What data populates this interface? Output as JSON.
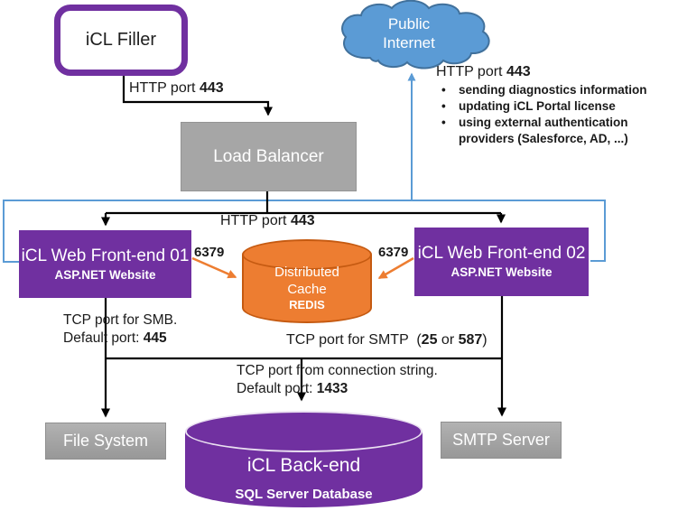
{
  "diagram": {
    "nodes": {
      "icl_filler": {
        "label": "iCL Filler"
      },
      "public_internet": {
        "line1": "Public",
        "line2": "Internet"
      },
      "load_balancer": {
        "label": "Load Balancer"
      },
      "web_frontend_01": {
        "title": "iCL Web Front-end 01",
        "subtitle": "ASP.NET Website"
      },
      "web_frontend_02": {
        "title": "iCL Web Front-end 02",
        "subtitle": "ASP.NET Website"
      },
      "distributed_cache": {
        "line1": "Distributed",
        "line2": "Cache",
        "line3": "REDIS"
      },
      "file_system": {
        "label": "File System"
      },
      "smtp_server": {
        "label": "SMTP Server"
      },
      "backend": {
        "title": "iCL Back-end",
        "subtitle": "SQL Server Database"
      }
    },
    "labels": {
      "filler_http": {
        "prefix": "HTTP port ",
        "port": "443"
      },
      "lb_http": {
        "prefix": "HTTP port ",
        "port": "443"
      },
      "cloud_http": {
        "prefix": "HTTP port ",
        "port": "443"
      },
      "cloud_bullets": [
        "sending diagnostics information",
        "updating iCL Portal license",
        "using external authentication providers (Salesforce, AD, ...)"
      ],
      "redis_port_left": "6379",
      "redis_port_right": "6379",
      "smb": {
        "line1": "TCP port for SMB.",
        "line2_prefix": "Default port: ",
        "line2_port": "445"
      },
      "smtp": {
        "p1": "TCP port for SMTP  (",
        "b1": "25",
        "p2": " or ",
        "b2": "587",
        "p3": ")"
      },
      "conn": {
        "line1": "TCP port from connection string.",
        "line2_prefix": "Default port: ",
        "line2_port": "1433"
      }
    },
    "colors": {
      "purple": "#7030A0",
      "orange": "#ED7D31",
      "orange_dark": "#C55A11",
      "gray": "#A6A6A6",
      "cloud_blue": "#5B9BD5",
      "cloud_blue_dark": "#41719C",
      "line_black": "#000000"
    }
  }
}
